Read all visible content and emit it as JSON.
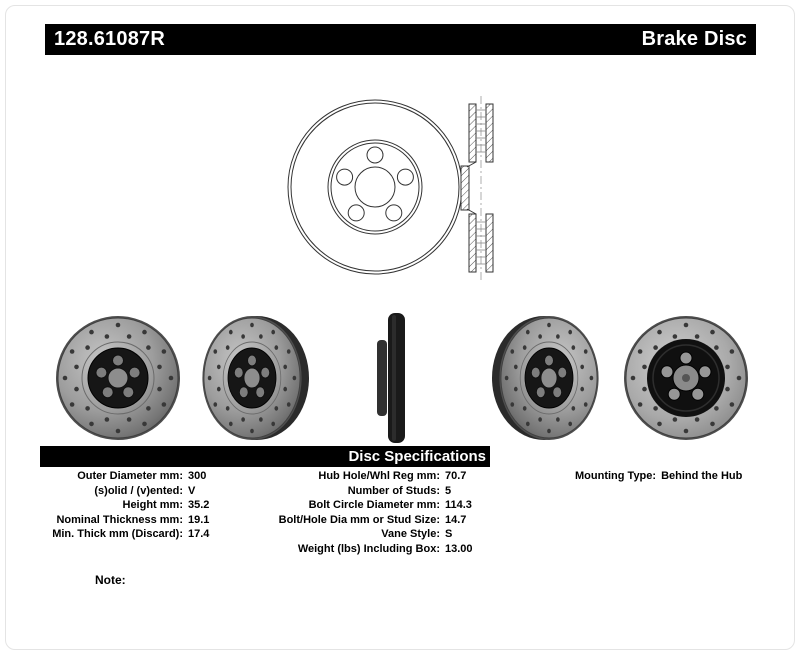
{
  "header": {
    "part_number": "128.61087R",
    "product_type": "Brake Disc"
  },
  "specs": {
    "title": "Disc Specifications",
    "left": [
      {
        "label": "Outer Diameter mm:",
        "value": "300"
      },
      {
        "label": "(s)olid / (v)ented:",
        "value": "V"
      },
      {
        "label": "Height mm:",
        "value": "35.2"
      },
      {
        "label": "Nominal Thickness mm:",
        "value": "19.1"
      },
      {
        "label": "Min. Thick mm (Discard):",
        "value": "17.4"
      }
    ],
    "middle": [
      {
        "label": "Hub Hole/Whl Reg mm:",
        "value": "70.7"
      },
      {
        "label": "Number of Studs:",
        "value": "5"
      },
      {
        "label": "Bolt Circle Diameter mm:",
        "value": "114.3"
      },
      {
        "label": "Bolt/Hole Dia mm or Stud Size:",
        "value": "14.7"
      },
      {
        "label": "Vane Style:",
        "value": "S"
      },
      {
        "label": "Weight (lbs) Including Box:",
        "value": "13.00"
      }
    ],
    "right": [
      {
        "label": "Mounting Type:",
        "value": "Behind the Hub"
      }
    ]
  },
  "note": {
    "label": "Note:"
  },
  "images": {
    "diagram_front": "brake-disc-front-line-drawing",
    "diagram_cross_section": "vented-rotor-cross-section-drawing",
    "photo_1": "drilled-rotor-front-view",
    "photo_2": "drilled-rotor-angled-left-view",
    "photo_3": "drilled-rotor-side-profile-view",
    "photo_4": "drilled-rotor-angled-right-view",
    "photo_5": "drilled-rotor-back-view"
  },
  "colors": {
    "header_bg": "#000000",
    "header_text": "#ffffff",
    "spec_bar_bg": "#000000",
    "spec_bar_text": "#ffffff",
    "body_text": "#000000"
  }
}
